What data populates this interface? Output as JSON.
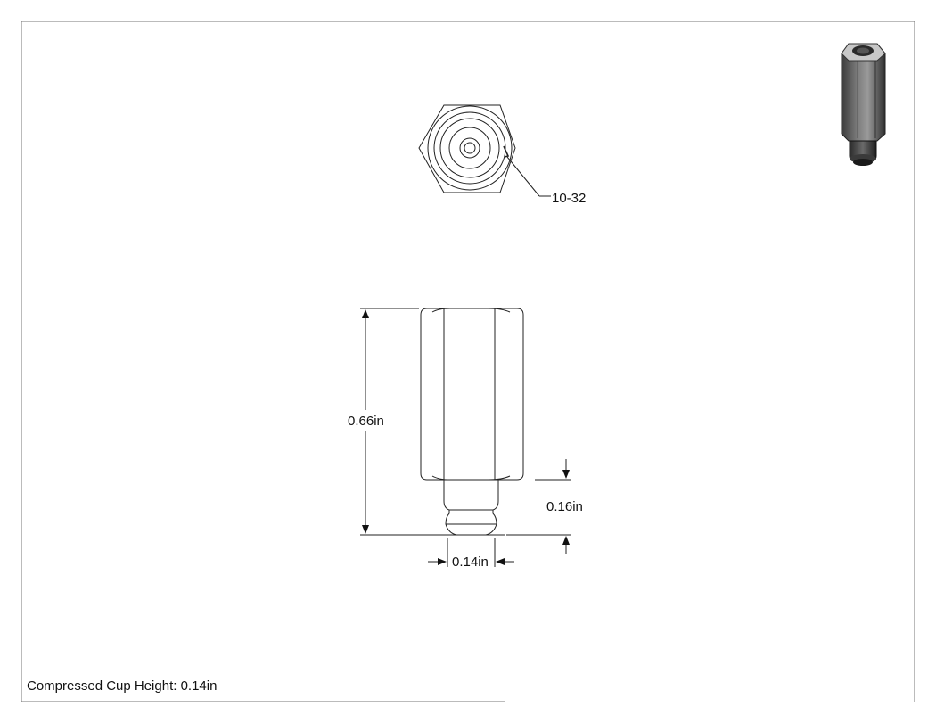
{
  "callouts": {
    "thread": "10-32",
    "overall_height": "0.66in",
    "cup_height": "0.16in",
    "cup_width": "0.14in"
  },
  "note": "Compressed Cup Height: 0.14in"
}
